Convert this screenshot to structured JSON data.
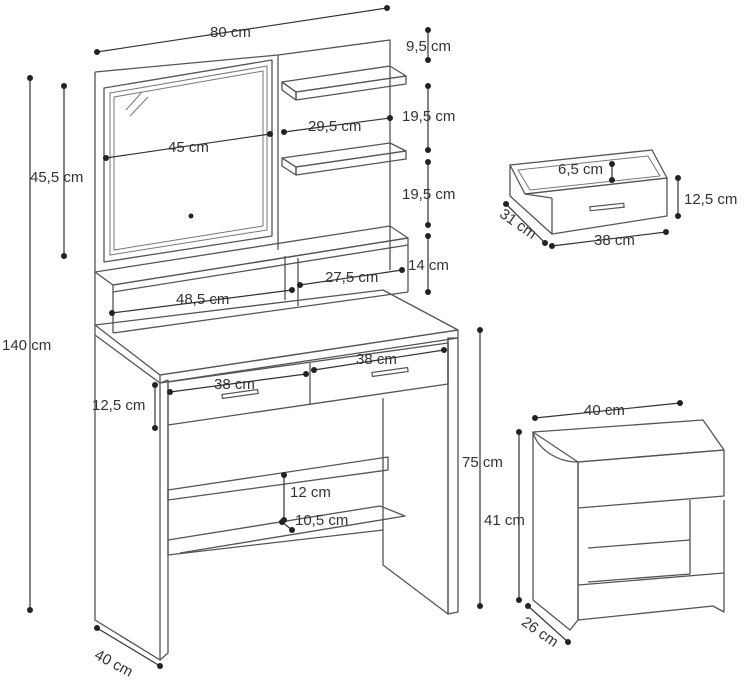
{
  "labels": {
    "total_width": "80 cm",
    "shelf_gap_top": "9,5 cm",
    "mirror_height": "45,5 cm",
    "mirror_width": "45 cm",
    "shelf_width": "29,5 cm",
    "shelf_gap_upper": "19,5 cm",
    "shelf_gap_lower": "19,5 cm",
    "total_height": "140 cm",
    "cubby_height": "14 cm",
    "cubby_left_width": "48,5 cm",
    "cubby_right_width": "27,5 cm",
    "drawer_left_width": "38 cm",
    "drawer_right_width": "38 cm",
    "drawer_height": "12,5 cm",
    "desk_height": "75 cm",
    "lower_shelf_gap": "12 cm",
    "lower_shelf_depth": "10,5 cm",
    "desk_depth": "40 cm",
    "loose_drawer_inner_height": "6,5 cm",
    "loose_drawer_height": "12,5 cm",
    "loose_drawer_depth": "31 cm",
    "loose_drawer_width": "38 cm",
    "stool_width": "40 cm",
    "stool_height": "41 cm",
    "stool_depth": "26 cm"
  }
}
